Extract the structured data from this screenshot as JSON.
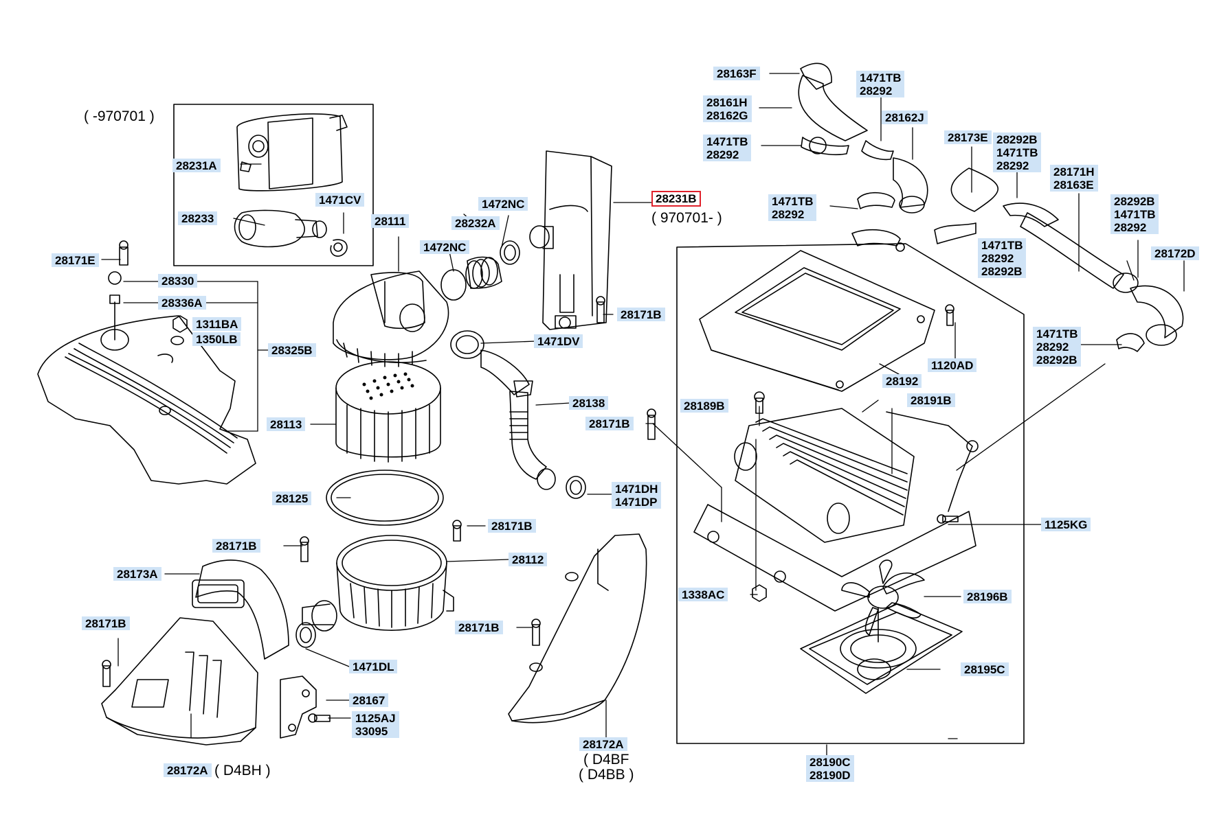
{
  "diagram": {
    "highlight_color": "#e0202a",
    "label_bg": "#cfe3f6",
    "notes": [
      {
        "id": "note-pre970701",
        "lines": [
          "( -970701 )"
        ]
      },
      {
        "id": "note-post970701",
        "lines": [
          "( 970701- )"
        ]
      },
      {
        "id": "note-d4bh",
        "lines": [
          "( D4BH )"
        ]
      },
      {
        "id": "note-d4bf-d4bb",
        "lines": [
          "( D4BF",
          "( D4BB )"
        ]
      }
    ],
    "labels": [
      {
        "id": "28163F",
        "lines": [
          "28163F"
        ]
      },
      {
        "id": "28161H",
        "lines": [
          "28161H",
          "28162G"
        ]
      },
      {
        "id": "1471TB-a",
        "lines": [
          "1471TB",
          "28292"
        ]
      },
      {
        "id": "1471TB-b",
        "lines": [
          "1471TB",
          "28292"
        ]
      },
      {
        "id": "28162J",
        "lines": [
          "28162J"
        ]
      },
      {
        "id": "28173E",
        "lines": [
          "28173E"
        ]
      },
      {
        "id": "28292B-a",
        "lines": [
          "28292B",
          "1471TB",
          "28292"
        ]
      },
      {
        "id": "28171H",
        "lines": [
          "28171H",
          "28163E"
        ]
      },
      {
        "id": "28292B-b",
        "lines": [
          "28292B",
          "1471TB",
          "28292"
        ]
      },
      {
        "id": "1471TB-c",
        "lines": [
          "1471TB",
          "28292"
        ]
      },
      {
        "id": "1471TB-d",
        "lines": [
          "1471TB",
          "28292",
          "28292B"
        ]
      },
      {
        "id": "28172D",
        "lines": [
          "28172D"
        ]
      },
      {
        "id": "1471TB-e",
        "lines": [
          "1471TB",
          "28292",
          "28292B"
        ]
      },
      {
        "id": "28231A",
        "lines": [
          "28231A"
        ]
      },
      {
        "id": "28233",
        "lines": [
          "28233"
        ]
      },
      {
        "id": "1471CV",
        "lines": [
          "1471CV"
        ]
      },
      {
        "id": "28231B",
        "lines": [
          "28231B"
        ],
        "highlighted": true
      },
      {
        "id": "1472NC-a",
        "lines": [
          "1472NC"
        ]
      },
      {
        "id": "28232A",
        "lines": [
          "28232A"
        ]
      },
      {
        "id": "1472NC-b",
        "lines": [
          "1472NC"
        ]
      },
      {
        "id": "28111",
        "lines": [
          "28111"
        ]
      },
      {
        "id": "28171E",
        "lines": [
          "28171E"
        ]
      },
      {
        "id": "28330",
        "lines": [
          "28330"
        ]
      },
      {
        "id": "28336A",
        "lines": [
          "28336A"
        ]
      },
      {
        "id": "1311BA",
        "lines": [
          "1311BA"
        ]
      },
      {
        "id": "1350LB",
        "lines": [
          "1350LB"
        ]
      },
      {
        "id": "28325B",
        "lines": [
          "28325B"
        ]
      },
      {
        "id": "28171B-a",
        "lines": [
          "28171B"
        ]
      },
      {
        "id": "1471DV",
        "lines": [
          "1471DV"
        ]
      },
      {
        "id": "1120AD",
        "lines": [
          "1120AD"
        ]
      },
      {
        "id": "28192",
        "lines": [
          "28192"
        ]
      },
      {
        "id": "28113",
        "lines": [
          "28113"
        ]
      },
      {
        "id": "28138",
        "lines": [
          "28138"
        ]
      },
      {
        "id": "28189B",
        "lines": [
          "28189B"
        ]
      },
      {
        "id": "28191B",
        "lines": [
          "28191B"
        ]
      },
      {
        "id": "28171B-b",
        "lines": [
          "28171B"
        ]
      },
      {
        "id": "28125",
        "lines": [
          "28125"
        ]
      },
      {
        "id": "1471DH",
        "lines": [
          "1471DH",
          "1471DP"
        ]
      },
      {
        "id": "28171B-c",
        "lines": [
          "28171B"
        ]
      },
      {
        "id": "1125KG",
        "lines": [
          "1125KG"
        ]
      },
      {
        "id": "28171B-d",
        "lines": [
          "28171B"
        ]
      },
      {
        "id": "28112",
        "lines": [
          "28112"
        ]
      },
      {
        "id": "28173A",
        "lines": [
          "28173A"
        ]
      },
      {
        "id": "1338AC",
        "lines": [
          "1338AC"
        ]
      },
      {
        "id": "28196B",
        "lines": [
          "28196B"
        ]
      },
      {
        "id": "28171B-e",
        "lines": [
          "28171B"
        ]
      },
      {
        "id": "28171B-f",
        "lines": [
          "28171B"
        ]
      },
      {
        "id": "1471DL",
        "lines": [
          "1471DL"
        ]
      },
      {
        "id": "28195C",
        "lines": [
          "28195C"
        ]
      },
      {
        "id": "28167",
        "lines": [
          "28167"
        ]
      },
      {
        "id": "1125AJ",
        "lines": [
          "1125AJ",
          "33095"
        ]
      },
      {
        "id": "28172A-a",
        "lines": [
          "28172A"
        ]
      },
      {
        "id": "28172A-b",
        "lines": [
          "28172A"
        ]
      },
      {
        "id": "28190C",
        "lines": [
          "28190C",
          "28190D"
        ]
      }
    ]
  }
}
